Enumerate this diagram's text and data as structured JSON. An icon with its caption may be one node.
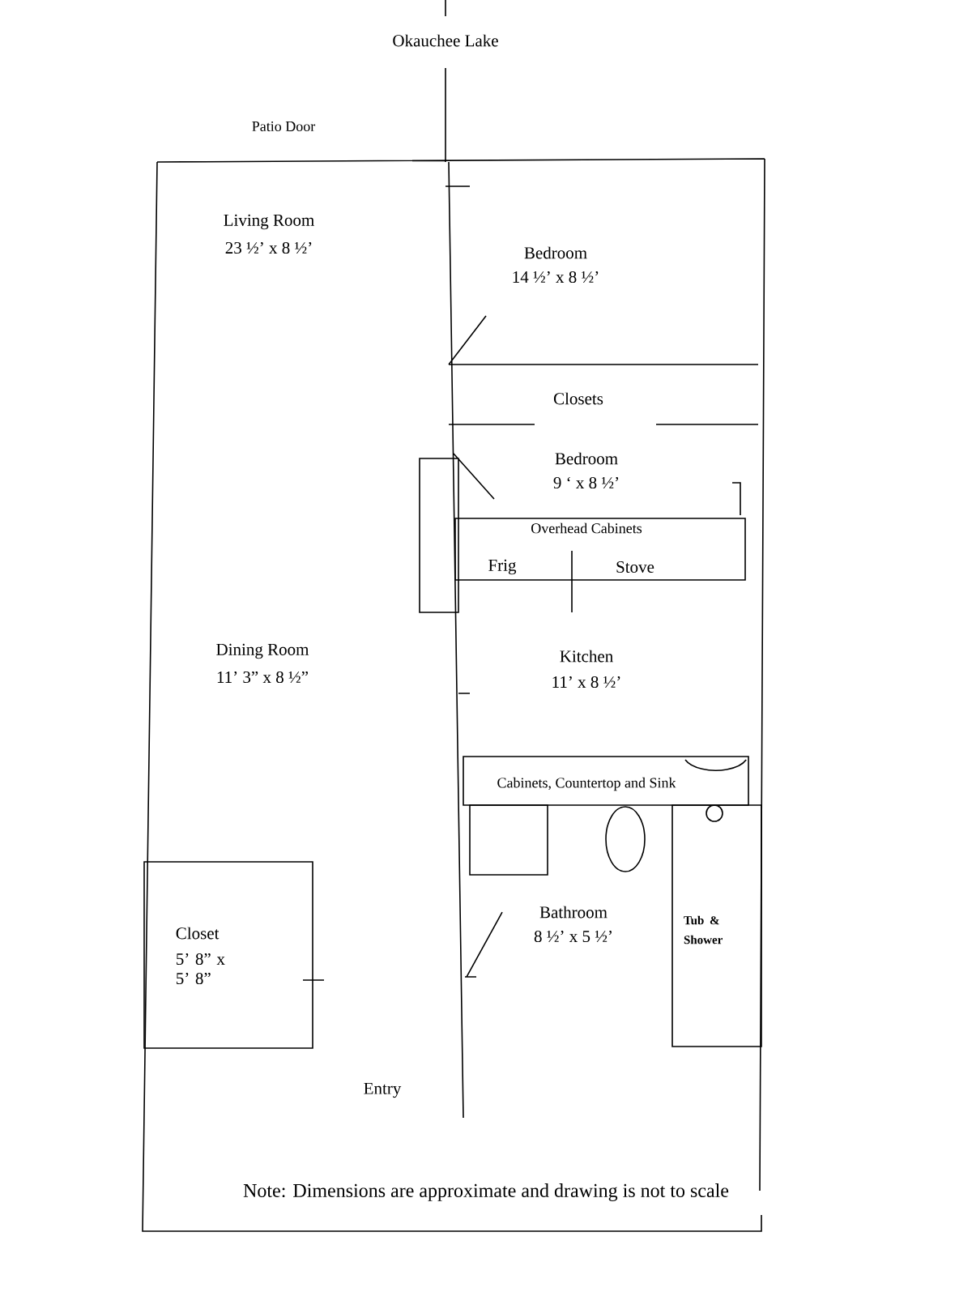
{
  "diagram": {
    "nodes": [
      {
        "text": [
          "Overhead Cabinets",
          "Frig",
          "Stove"
        ]
      },
      {
        "text": [
          "Cabinets, Countertop and Sink"
        ]
      },
      {
        "text": [
          "Tub & Shower"
        ]
      },
      {
        "text": [
          "Closet",
          "5’ 8” x 5’ 8”"
        ]
      }
    ],
    "labels": [
      "Okauchee Lake",
      "Patio Door",
      "Living Room",
      "23 ½’ x 8 ½’",
      "Bedroom",
      "14 ½’ x 8 ½’",
      "Closets",
      "Bedroom",
      "9 ‘ x 8 ½’",
      "Dining Room",
      "11’ 3” x 8 ½”",
      "Kitchen",
      "11’ x 8 ½’",
      "Bathroom",
      "8 ½’ x 5 ½’",
      "Entry",
      "Note: Dimensions are approximate and drawing is not to scale"
    ]
  }
}
